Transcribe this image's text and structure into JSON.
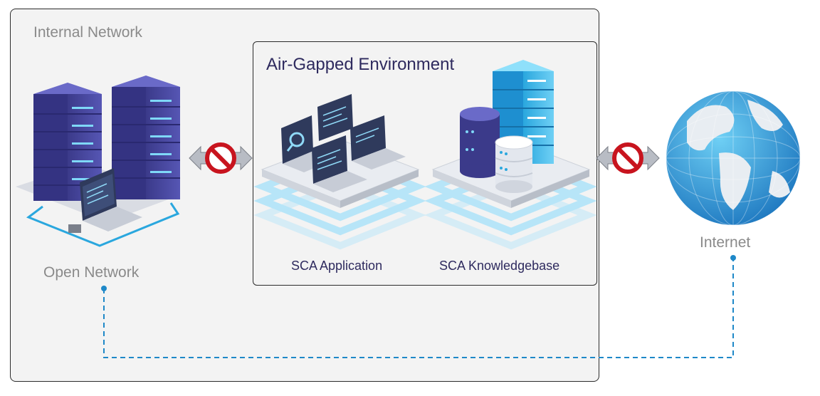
{
  "diagram": {
    "internal_network": {
      "label": "Internal Network"
    },
    "open_network": {
      "label": "Open Network"
    },
    "air_gapped": {
      "label": "Air-Gapped Environment"
    },
    "sca_application": {
      "label": "SCA Application"
    },
    "sca_knowledgebase": {
      "label": "SCA Knowledgebase"
    },
    "internet": {
      "label": "Internet"
    }
  },
  "colors": {
    "navy_text": "#2e2a5e",
    "gray_text": "#8a8a8a",
    "server_purple": "#4b4aa0",
    "accent_blue": "#2aa7de",
    "blocked_red": "#c8141e",
    "connector_blue": "#1e88c8"
  }
}
